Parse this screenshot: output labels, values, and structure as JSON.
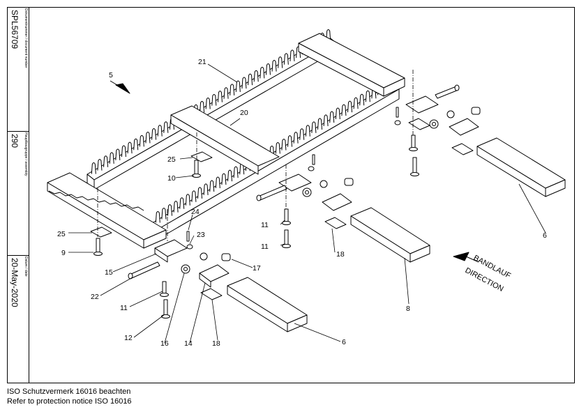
{
  "sidebar": {
    "document_number_label": "Dokumentnummer / document number",
    "document_number": "SPL56709",
    "assembly_label": "Hauptbaugruppe / assembly",
    "assembly": "290",
    "date_label": "Datum / date",
    "date": "20-May-2020"
  },
  "callouts": {
    "c5": "5",
    "c21": "21",
    "c20": "20",
    "c25a": "25",
    "c10": "10",
    "c25b": "25",
    "c9": "9",
    "c24": "24",
    "c23": "23",
    "c15": "15",
    "c22": "22",
    "c11a": "11",
    "c12": "12",
    "c16": "16",
    "c14": "14",
    "c17": "17",
    "c18a": "18",
    "c6a": "6",
    "c11b": "11",
    "c11c": "11",
    "c18b": "18",
    "c8": "8",
    "c6b": "6"
  },
  "direction": {
    "line1": "BANDLAUF",
    "line2": "DIRECTION"
  },
  "notice": {
    "line1": "ISO Schutzvermerk 16016 beachten",
    "line2": "Refer to protection notice ISO 16016"
  }
}
